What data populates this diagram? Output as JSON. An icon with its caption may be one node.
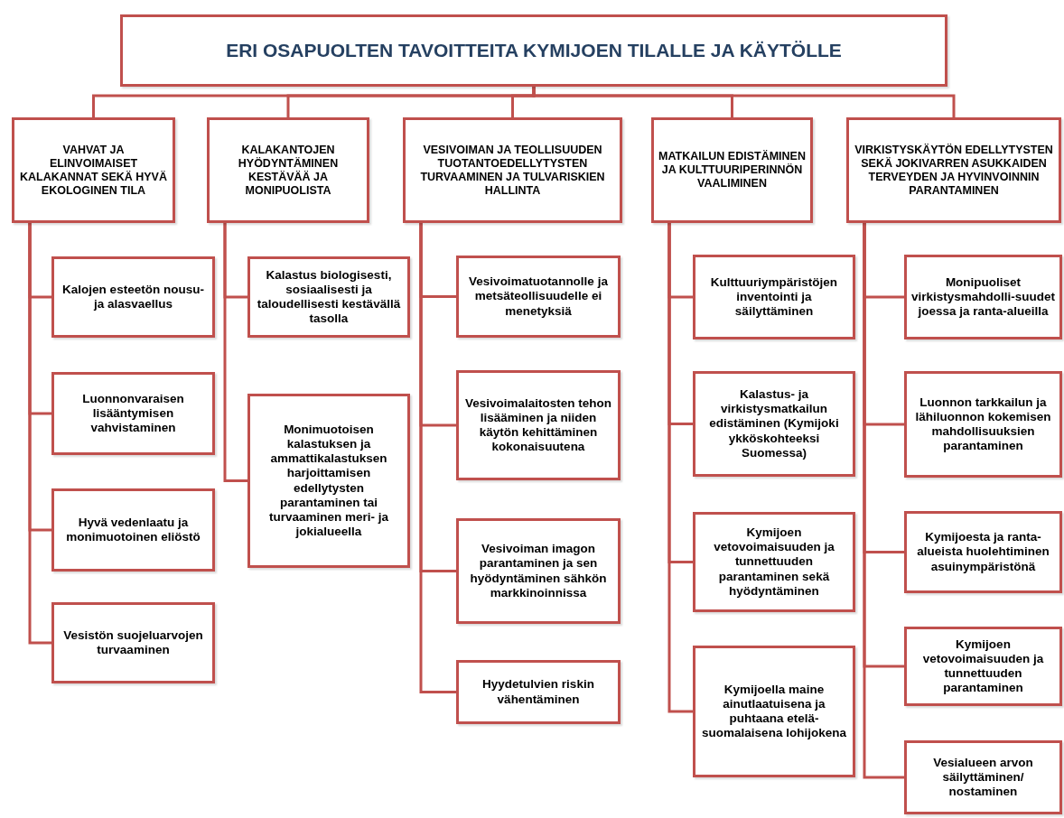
{
  "diagram": {
    "nodes": [
      {
        "text": [
          "ERI OSAPUOLTEN TAVOITTEITA KYMIJOEN TILALLE JA KÄYTÖLLE"
        ]
      },
      {
        "text": [
          "VAHVAT JA ELINVOIMAISET KALAKANNAT SEKÄ HYVÄ EKOLOGINEN TILA"
        ]
      },
      {
        "text": [
          "KALAKANTOJEN HYÖDYNTÄMINEN KESTÄVÄÄ JA MONIPUOLISTA"
        ]
      },
      {
        "text": [
          "VESIVOIMAN JA TEOLLISUUDEN TUOTANTOEDELLYTYSTEN TURVAAMINEN JA TULVARISKIEN HALLINTA"
        ]
      },
      {
        "text": [
          "MATKAILUN EDISTÄMINEN JA KULTTUURIPERINNÖN VAALIMINEN"
        ]
      },
      {
        "text": [
          "VIRKISTYSKÄYTÖN EDELLYTYSTEN SEKÄ JOKIVARREN ASUKKAIDEN TERVEYDEN JA HYVINVOINNIN PARANTAMINEN"
        ]
      },
      {
        "text": [
          "Kalojen esteetön nousu- ja alasvaellus"
        ]
      },
      {
        "text": [
          "Luonnonvaraisen lisääntymisen vahvistaminen"
        ]
      },
      {
        "text": [
          "Hyvä vedenlaatu ja monimuotoinen eliöstö"
        ]
      },
      {
        "text": [
          "Vesistön suojeluarvojen turvaaminen"
        ]
      },
      {
        "text": [
          "Kalastus biologisesti, sosiaalisesti ja taloudellisesti kestävällä tasolla"
        ]
      },
      {
        "text": [
          "Monimuotoisen kalastuksen ja ammattikalastuksen harjoittamisen edellytysten parantaminen tai turvaaminen meri- ja jokialueella"
        ]
      },
      {
        "text": [
          "Vesivoimatuotannolle ja metsäteollisuudelle ei menetyksiä"
        ]
      },
      {
        "text": [
          "Vesivoimalaitosten tehon lisääminen ja niiden käytön kehittäminen kokonaisuutena"
        ]
      },
      {
        "text": [
          "Vesivoiman imagon parantaminen ja sen hyödyntäminen sähkön markkinoinnissa"
        ]
      },
      {
        "text": [
          "Hyydetulvien riskin vähentäminen"
        ]
      },
      {
        "text": [
          "Kulttuuriympäristöjen inventointi ja säilyttäminen"
        ]
      },
      {
        "text": [
          "Kalastus- ja virkistysmatkailun edistäminen (Kymijoki ykköskohteeksi Suomessa)"
        ]
      },
      {
        "text": [
          "Kymijoen vetovoimaisuuden ja tunnettuuden parantaminen sekä hyödyntäminen"
        ]
      },
      {
        "text": [
          "Kymijoella maine ainutlaatuisena ja puhtaana etelä-suomalaisena lohijokena"
        ]
      },
      {
        "text": [
          "Monipuoliset virkistysmahdolli-suudet joessa ja ranta-alueilla"
        ]
      },
      {
        "text": [
          "Luonnon tarkkailun ja lähiluonnon kokemisen mahdollisuuksien parantaminen"
        ]
      },
      {
        "text": [
          "Kymijoesta ja ranta-alueista huolehtiminen asuinympäristönä"
        ]
      },
      {
        "text": [
          "Kymijoen vetovoimaisuuden ja tunnettuuden parantaminen"
        ]
      },
      {
        "text": [
          "Vesialueen arvon säilyttäminen/ nostaminen"
        ]
      }
    ],
    "edges": [
      {
        "from": 0,
        "to": 1,
        "arrow": "none"
      },
      {
        "from": 0,
        "to": 2,
        "arrow": "none"
      },
      {
        "from": 0,
        "to": 3,
        "arrow": "none"
      },
      {
        "from": 0,
        "to": 4,
        "arrow": "none"
      },
      {
        "from": 0,
        "to": 5,
        "arrow": "none"
      },
      {
        "from": 1,
        "to": 6,
        "arrow": "none"
      },
      {
        "from": 1,
        "to": 7,
        "arrow": "none"
      },
      {
        "from": 1,
        "to": 8,
        "arrow": "none"
      },
      {
        "from": 1,
        "to": 9,
        "arrow": "none"
      },
      {
        "from": 2,
        "to": 10,
        "arrow": "none"
      },
      {
        "from": 2,
        "to": 11,
        "arrow": "none"
      },
      {
        "from": 3,
        "to": 12,
        "arrow": "none"
      },
      {
        "from": 3,
        "to": 13,
        "arrow": "none"
      },
      {
        "from": 3,
        "to": 14,
        "arrow": "none"
      },
      {
        "from": 3,
        "to": 15,
        "arrow": "none"
      },
      {
        "from": 4,
        "to": 16,
        "arrow": "none"
      },
      {
        "from": 4,
        "to": 17,
        "arrow": "none"
      },
      {
        "from": 4,
        "to": 18,
        "arrow": "none"
      },
      {
        "from": 4,
        "to": 19,
        "arrow": "none"
      },
      {
        "from": 5,
        "to": 20,
        "arrow": "none"
      },
      {
        "from": 5,
        "to": 21,
        "arrow": "none"
      },
      {
        "from": 5,
        "to": 22,
        "arrow": "none"
      },
      {
        "from": 5,
        "to": 23,
        "arrow": "none"
      },
      {
        "from": 5,
        "to": 24,
        "arrow": "none"
      }
    ]
  }
}
